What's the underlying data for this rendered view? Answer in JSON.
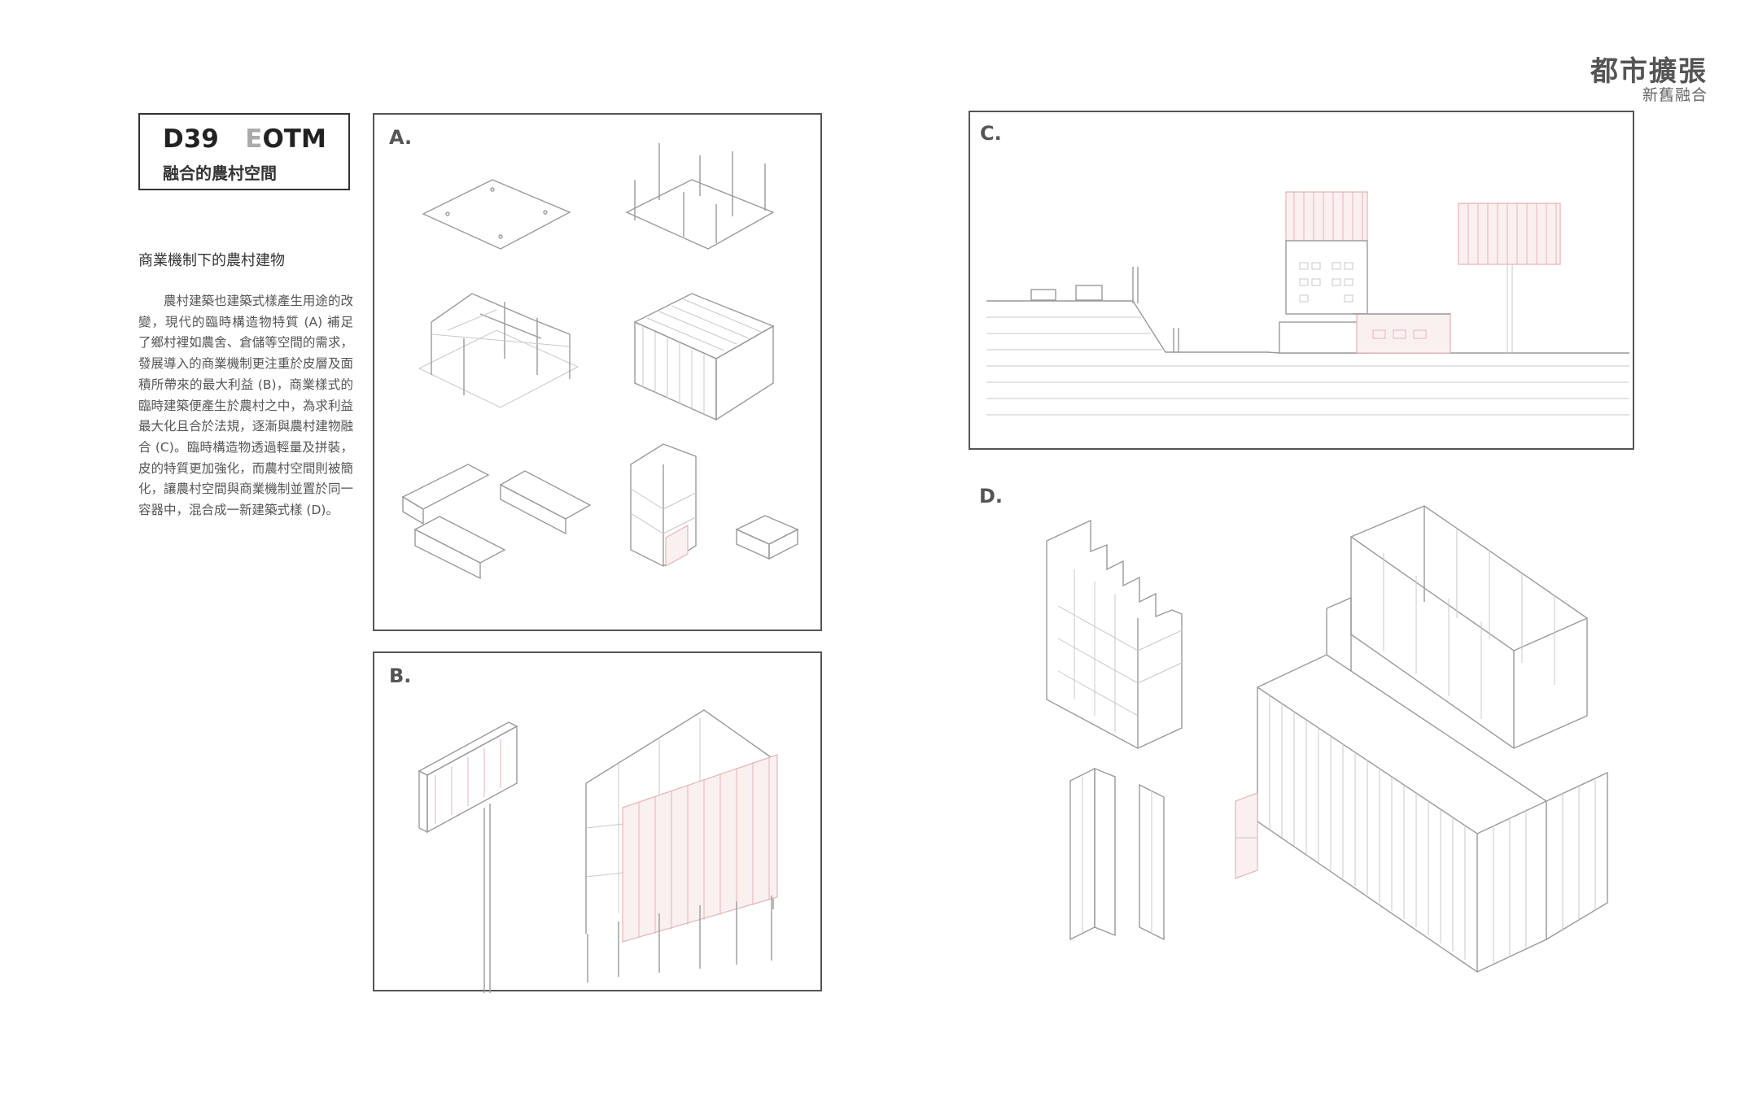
{
  "header": {
    "title": "都市擴張",
    "subtitle": "新舊融合"
  },
  "title_box": {
    "code": "D39",
    "acronym_first": "E",
    "acronym_rest": "OTM",
    "subtitle": "融合的農村空間"
  },
  "section": {
    "heading": "商業機制下的農村建物",
    "body": "農村建築也建築式樣產生用途的改變，現代的臨時構造物特質 (A) 補足了鄉村裡如農舍、倉儲等空間的需求，發展導入的商業機制更注重於皮層及面積所帶來的最大利益 (B)，商業樣式的臨時建築便產生於農村之中，為求利益最大化且合於法規，逐漸與農村建物融合 (C)。臨時構造物透過輕量及拼裝，皮的特質更加強化，而農村空間則被簡化，讓農村空間與商業機制並置於同一容器中，混合成一新建築式樣 (D)。"
  },
  "panels": {
    "a": {
      "label": "A."
    },
    "b": {
      "label": "B."
    },
    "c": {
      "label": "C."
    },
    "d": {
      "label": "D."
    }
  }
}
